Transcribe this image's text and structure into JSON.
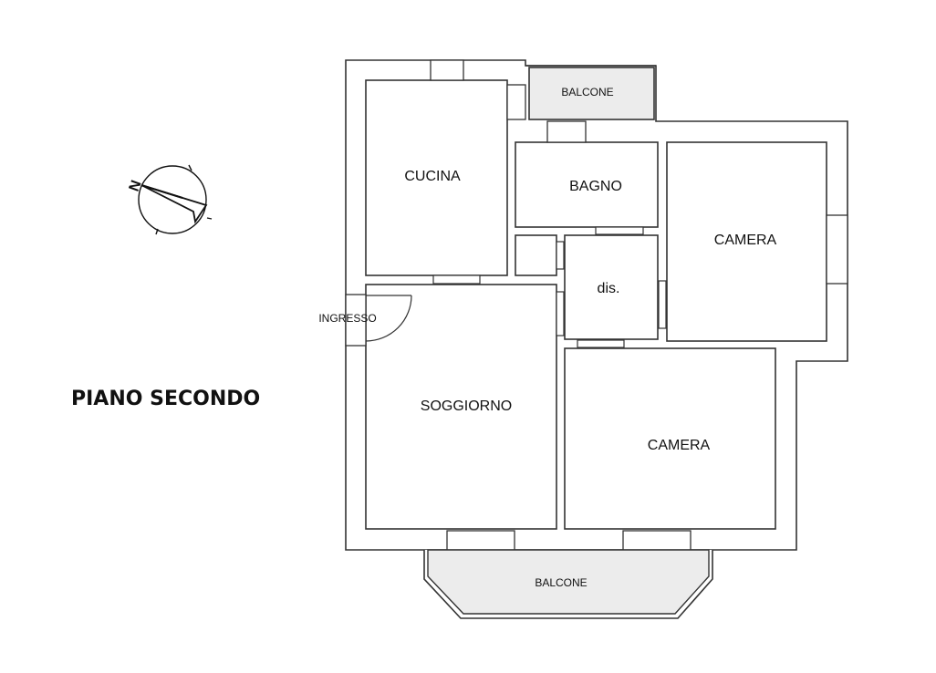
{
  "floor_title": "PIANO SECONDO",
  "rooms": {
    "balcone_top": "BALCONE",
    "cucina": "CUCINA",
    "bagno": "BAGNO",
    "camera_right": "CAMERA",
    "disimpegno": "dis.",
    "ingresso": "INGRESSO",
    "soggiorno": "SOGGIORNO",
    "camera_bottom": "CAMERA",
    "balcone_bottom": "BALCONE"
  },
  "compass": {
    "north_letter": "N"
  },
  "colors": {
    "walls": "#333333",
    "balcony_fill": "#ececec",
    "background": "#ffffff"
  }
}
